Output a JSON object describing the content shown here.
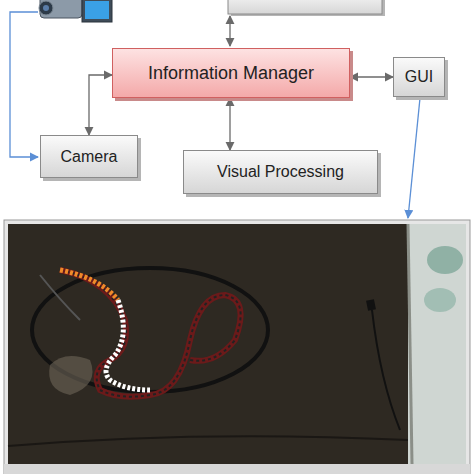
{
  "diagram": {
    "nodes": [
      {
        "text": [
          "Information Manager"
        ]
      },
      {
        "text": [
          "GUI"
        ]
      },
      {
        "text": [
          "Camera"
        ]
      },
      {
        "text": [
          "Visual Processing"
        ]
      }
    ],
    "edges": [
      {
        "from": 0,
        "to": 1,
        "arrow": "both"
      },
      {
        "from": 0,
        "to": 2,
        "arrow": "both"
      },
      {
        "from": 0,
        "to": 3,
        "arrow": "both"
      }
    ]
  }
}
